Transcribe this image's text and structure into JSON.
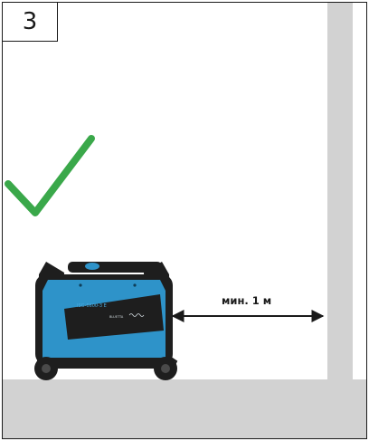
{
  "step": {
    "number": "3"
  },
  "distance": {
    "label": "мин. 1 м"
  },
  "generator": {
    "model_text": "ISG-6600-3 E",
    "brand_text": "BLUETTA"
  },
  "status": {
    "icon": "checkmark-icon",
    "meaning": "correct"
  },
  "colors": {
    "check": "#3aa84a",
    "generator_blue": "#2e93c9",
    "generator_frame": "#1e1e1e",
    "wall_floor": "#d2d2d2",
    "text": "#1a1a1a"
  }
}
